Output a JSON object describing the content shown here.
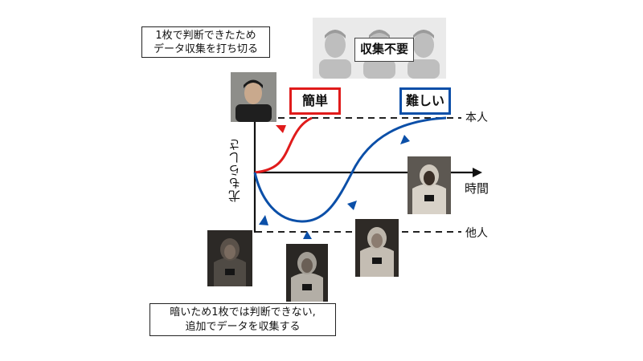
{
  "notes": {
    "top_left_line1": "1枚で判断できたため",
    "top_left_line2": "データ収集を打ち切る",
    "bottom_line1": "暗いため1枚では判断できない,",
    "bottom_line2": "追加でデータを収集する"
  },
  "top_center_label": "収集不要",
  "curve_labels": {
    "easy": "簡単",
    "hard": "難しい"
  },
  "axis": {
    "y_label": "尤もらしさ",
    "x_label": "時間",
    "upper_reference": "本人",
    "lower_reference": "他人"
  },
  "colors": {
    "easy_curve": "#e01b1b",
    "hard_curve": "#0b4fa8",
    "axis": "#111111"
  }
}
